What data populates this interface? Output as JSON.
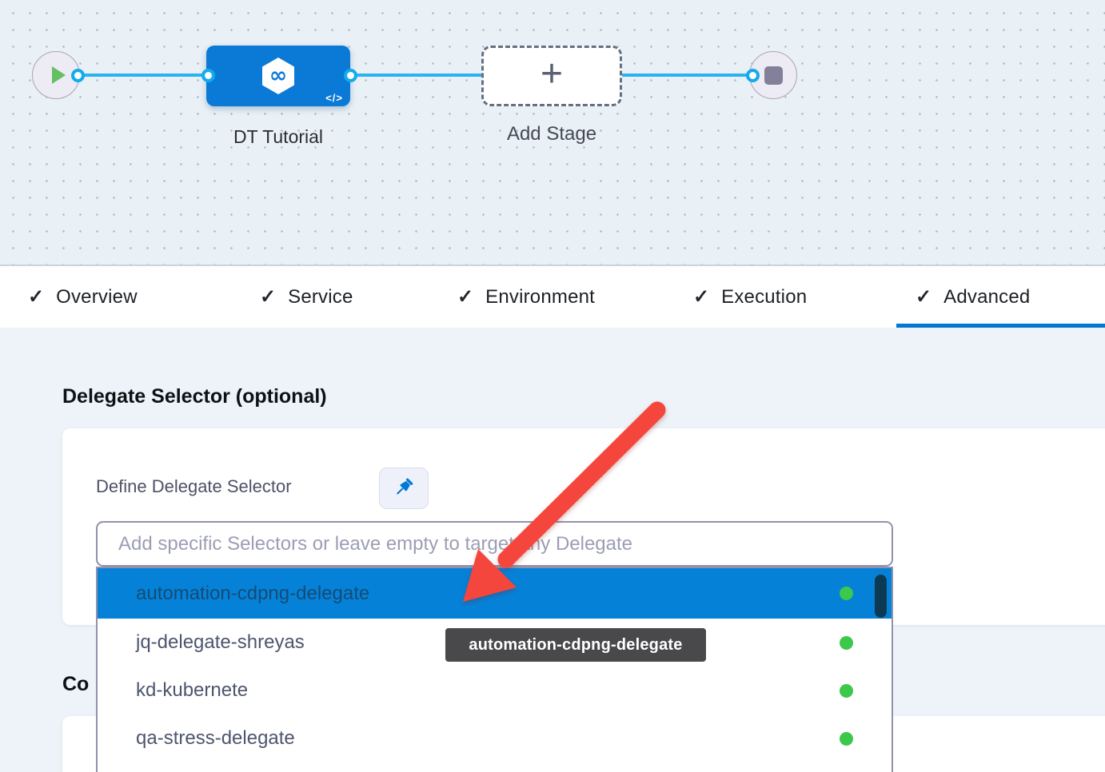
{
  "pipeline": {
    "stage": {
      "label": "DT Tutorial",
      "icon_glyph": "∞",
      "code_glyph": "</>"
    },
    "add_stage": {
      "label": "Add Stage",
      "plus_glyph": "+"
    },
    "colors": {
      "stage_blue": "#0b7ad6",
      "edge_blue": "#2ab4ef",
      "play_green": "#63c063"
    }
  },
  "tabs": {
    "check_glyph": "✓",
    "active": "Advanced",
    "active_underline_color": "#0278d5",
    "items": [
      {
        "label": "Overview",
        "checked": true
      },
      {
        "label": "Service",
        "checked": true
      },
      {
        "label": "Environment",
        "checked": true
      },
      {
        "label": "Execution",
        "checked": true
      },
      {
        "label": "Advanced",
        "checked": true
      }
    ]
  },
  "advanced_tab": {
    "section_title": "Delegate Selector (optional)",
    "define_label": "Define Delegate Selector",
    "pin_icon_color": "#0278d5",
    "input_placeholder": "Add specific Selectors or leave empty to target any Delegate",
    "dropdown": {
      "highlight_color": "#0582d8",
      "status_dot_color": "#3cc84b",
      "items": [
        {
          "name": "automation-cdpng-delegate",
          "highlighted": true,
          "status": "connected"
        },
        {
          "name": "jq-delegate-shreyas",
          "highlighted": false,
          "status": "connected"
        },
        {
          "name": "kd-kubernete",
          "highlighted": false,
          "status": "connected"
        },
        {
          "name": "qa-stress-delegate",
          "highlighted": false,
          "status": "connected"
        }
      ]
    },
    "tooltip_text": "automation-cdpng-delegate",
    "next_section_partial": "Co",
    "annotation_arrow_color": "#f5463d"
  }
}
